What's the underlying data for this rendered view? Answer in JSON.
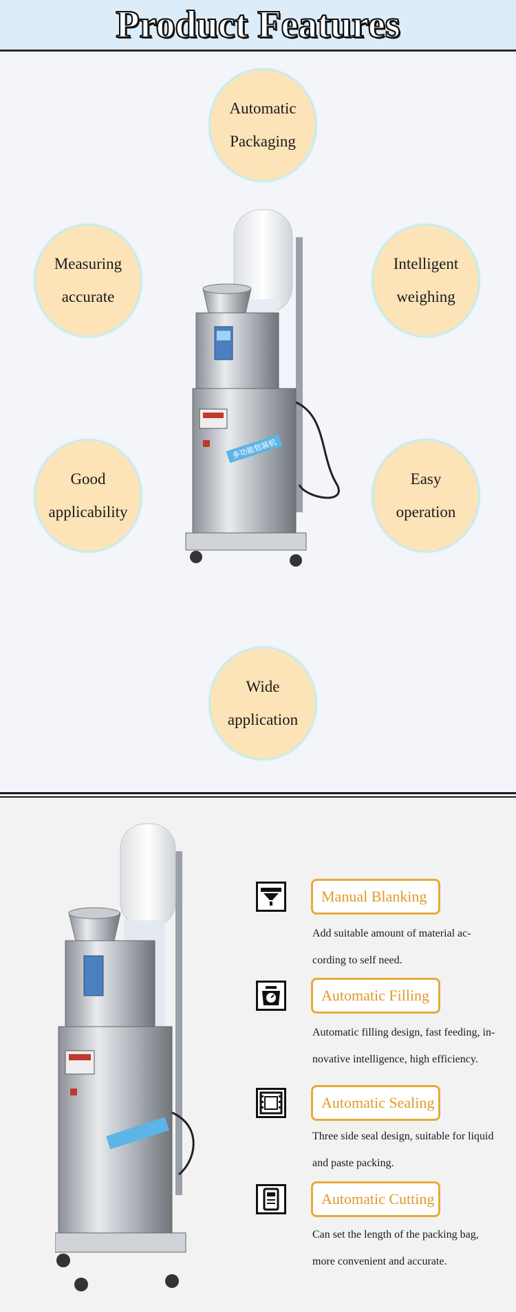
{
  "header": {
    "title": "Product Features"
  },
  "features_circles": [
    {
      "label_line1": "Automatic",
      "label_line2": "Packaging"
    },
    {
      "label_line1": "Measuring",
      "label_line2": "accurate"
    },
    {
      "label_line1": "Intelligent",
      "label_line2": "weighing"
    },
    {
      "label_line1": "Good",
      "label_line2": "applicability"
    },
    {
      "label_line1": "Easy",
      "label_line2": "operation"
    },
    {
      "label_line1": "Wide",
      "label_line2": "application"
    }
  ],
  "machine_label": "多功能包装机",
  "features_list": [
    {
      "icon": "hopper-icon",
      "title": "Manual Blanking",
      "desc_line1": "Add suitable amount of material ac-",
      "desc_line2": "cording to self need."
    },
    {
      "icon": "scale-icon",
      "title": "Automatic Filling",
      "desc_line1": "Automatic filling design, fast feeding, in-",
      "desc_line2": "novative intelligence, high efficiency."
    },
    {
      "icon": "film-icon",
      "title": "Automatic Sealing",
      "desc_line1": "Three side seal design, suitable for liquid",
      "desc_line2": "and paste packing."
    },
    {
      "icon": "cutter-icon",
      "title": "Automatic Cutting",
      "desc_line1": "Can set the length of the packing bag,",
      "desc_line2": "more convenient and accurate."
    }
  ],
  "colors": {
    "accent": "#e7a93b",
    "circle_fill": "#fde3b8",
    "circle_border": "#c9ecea",
    "header_bg": "#dcecf9"
  }
}
